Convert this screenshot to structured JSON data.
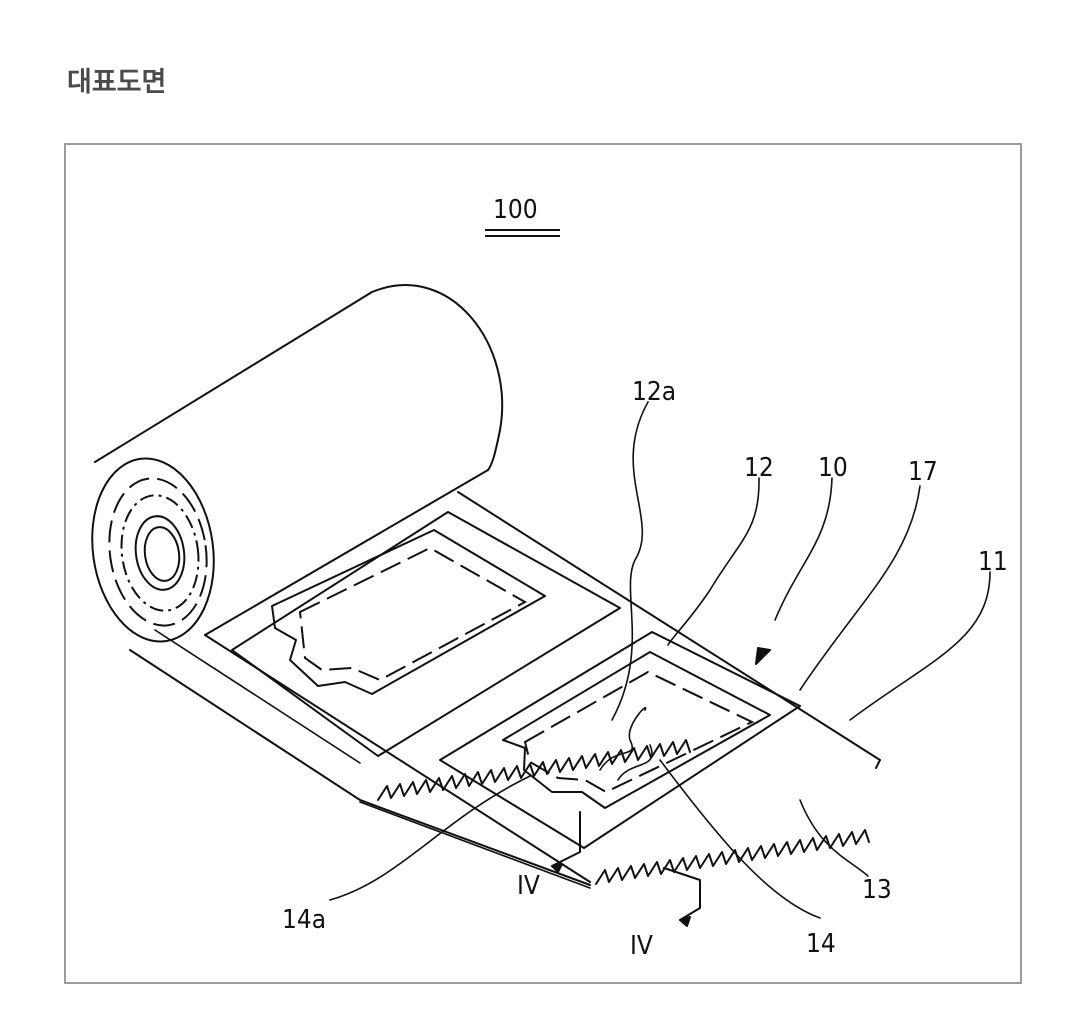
{
  "heading": "대표도면",
  "reference_numerals": {
    "assembly": "100",
    "sheet": "10",
    "base_film": "11",
    "pouch": "12",
    "pouch_content": "12a",
    "serration": "13",
    "cover": "14",
    "cover_tab": "14a",
    "surface": "17",
    "section_upper": "IV",
    "section_lower": "IV"
  }
}
